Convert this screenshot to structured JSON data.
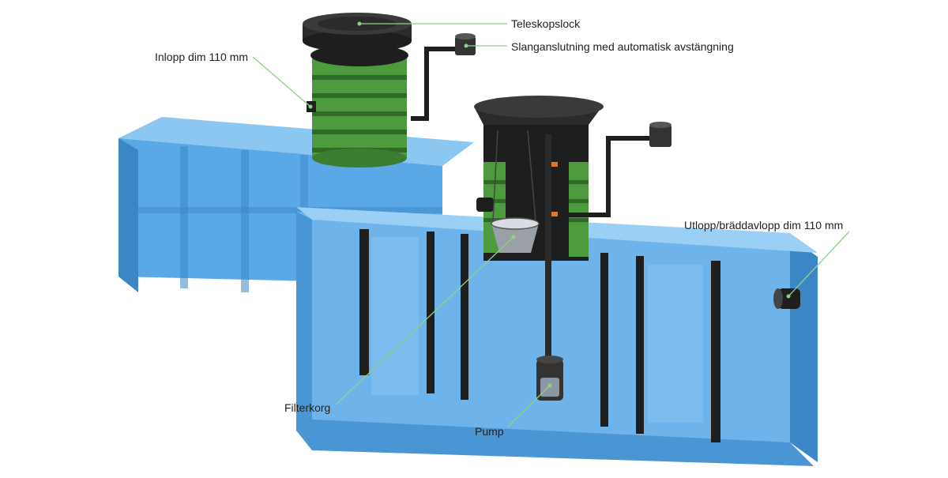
{
  "labels": {
    "lid": "Teleskopslock",
    "hose": "Slanganslutning med automatisk avstängning",
    "inlet": "Inlopp dim 110 mm",
    "outlet": "Utlopp/bräddavlopp dim 110 mm",
    "filter": "Filterkorg",
    "pump": "Pump"
  },
  "colors": {
    "tank": "#5aa9e6",
    "tank_light": "#8cc7f2",
    "tank_dark": "#3d86c6",
    "riser_green": "#4e9a3e",
    "riser_dark": "#2f6b27",
    "lid": "#2b2b2b",
    "leader": "#8fd18a"
  }
}
